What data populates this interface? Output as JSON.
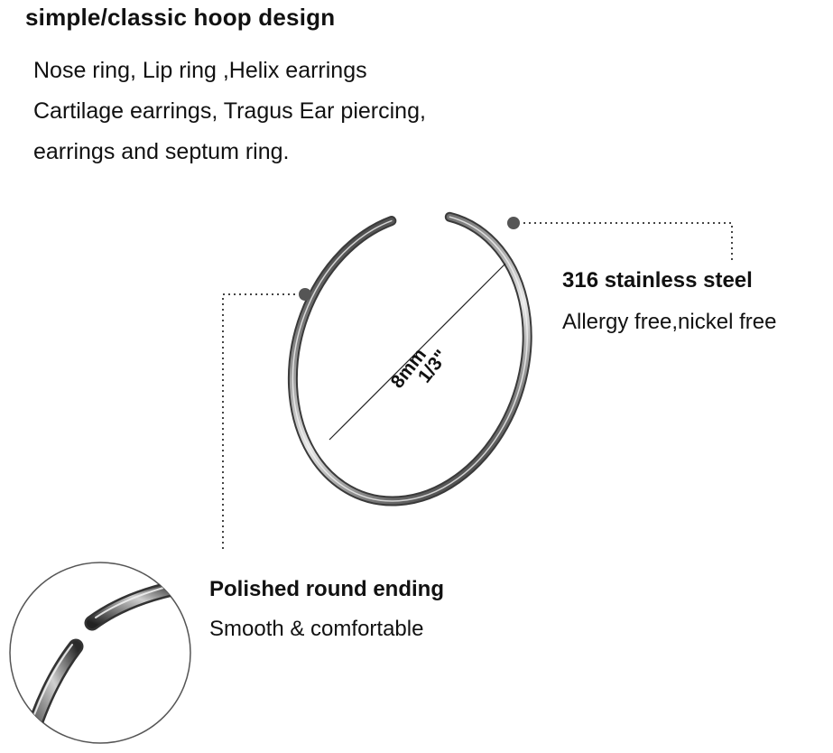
{
  "heading": "simple/classic hoop design",
  "uses": [
    "Nose ring, Lip ring ,Helix earrings",
    "Cartilage earrings, Tragus Ear piercing,",
    "earrings and septum ring."
  ],
  "material": {
    "title": "316 stainless steel",
    "subtitle": "Allergy free,nickel free"
  },
  "ending": {
    "title": "Polished round ending",
    "subtitle": "Smooth & comfortable"
  },
  "dimension": {
    "metric": "8mm",
    "imperial": "1/3\""
  },
  "colors": {
    "text": "#111111",
    "metal_dark": "#2a2a2a",
    "metal_light": "#d8d8d8",
    "marker_dot": "#555555",
    "leader_line": "#444444"
  }
}
